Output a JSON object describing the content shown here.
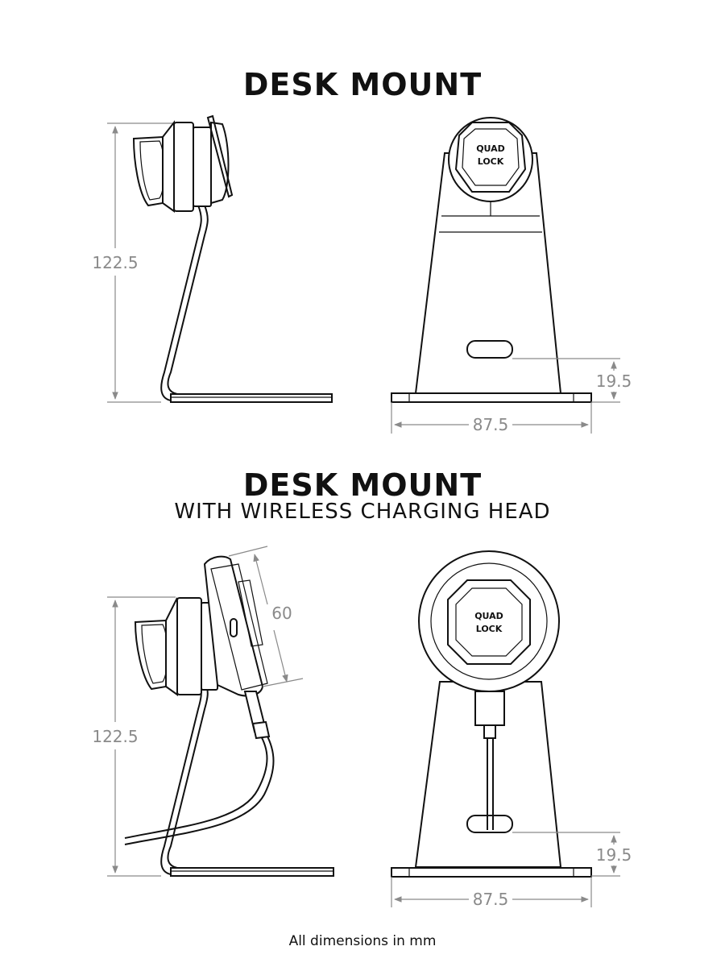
{
  "section1": {
    "title": "DESK MOUNT",
    "side_height": "122.5",
    "front_slot_height": "19.5",
    "front_width": "87.5",
    "logo_line1": "QUAD",
    "logo_line2": "LOCK"
  },
  "section2": {
    "title": "DESK MOUNT",
    "subtitle": "WITH WIRELESS CHARGING HEAD",
    "head_diameter": "60",
    "side_height": "122.5",
    "front_slot_height": "19.5",
    "front_width": "87.5",
    "logo_line1": "QUAD",
    "logo_line2": "LOCK"
  },
  "footer": "All dimensions in mm"
}
